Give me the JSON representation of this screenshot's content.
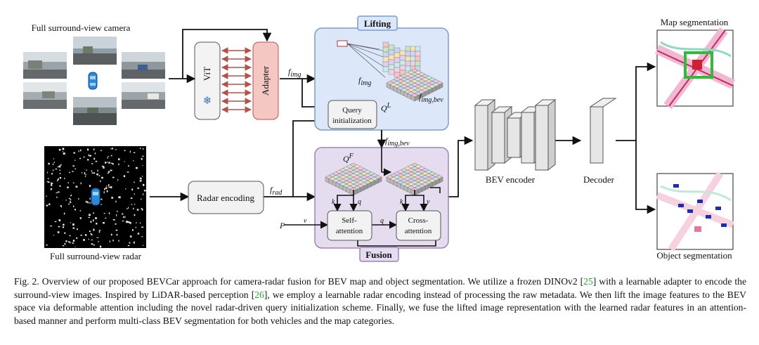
{
  "labels": {
    "camera_title": "Full surround-view camera",
    "radar_title": "Full surround-view radar",
    "vit": "ViT",
    "adapter": "Adapter",
    "lifting": "Lifting",
    "fusion": "Fusion",
    "query_init_1": "Query",
    "query_init_2": "initialization",
    "radar_encoding": "Radar encoding",
    "bev_encoder": "BEV encoder",
    "decoder": "Decoder",
    "map_seg": "Map segmentation",
    "obj_seg": "Object segmentation",
    "self_att_1": "Self-",
    "self_att_2": "attention",
    "cross_att_1": "Cross-",
    "cross_att_2": "attention"
  },
  "math": {
    "f": "f",
    "img": "img",
    "img_bev": "img,bev",
    "rad": "rad",
    "Q": "Q",
    "L": "L",
    "F": "F",
    "k": "k",
    "q": "q",
    "v": "v",
    "P": "P"
  },
  "icons": {
    "frozen": "❄"
  },
  "colors": {
    "lifting_fill": "#dce8fa",
    "lifting_border": "#7a9ccc",
    "fusion_fill": "#e6dcef",
    "fusion_border": "#9b84b6",
    "adapter_fill": "#f4c7c3",
    "adapter_border": "#c0504d",
    "arrow_red": "#b5514b",
    "snowflake": "#3a6fc4",
    "radar_bg": "#000000",
    "car_blue": "#2b8ad6"
  },
  "caption": {
    "text_1": "Fig. 2.   Overview of our proposed BEVCar approach for camera-radar fusion for BEV map and object segmentation. We utilize a frozen DINOv2 [",
    "cite_1": "25",
    "text_2": "] with a learnable adapter to encode the surround-view images. Inspired by LiDAR-based perception [",
    "cite_2": "26",
    "text_3": "], we employ a learnable radar encoding instead of processing the raw metadata. We then lift the image features to the BEV space via deformable attention including the novel radar-driven query initialization scheme. Finally, we fuse the lifted image representation with the learned radar features in an attention-based manner and perform multi-class BEV segmentation for both vehicles and the map categories."
  }
}
